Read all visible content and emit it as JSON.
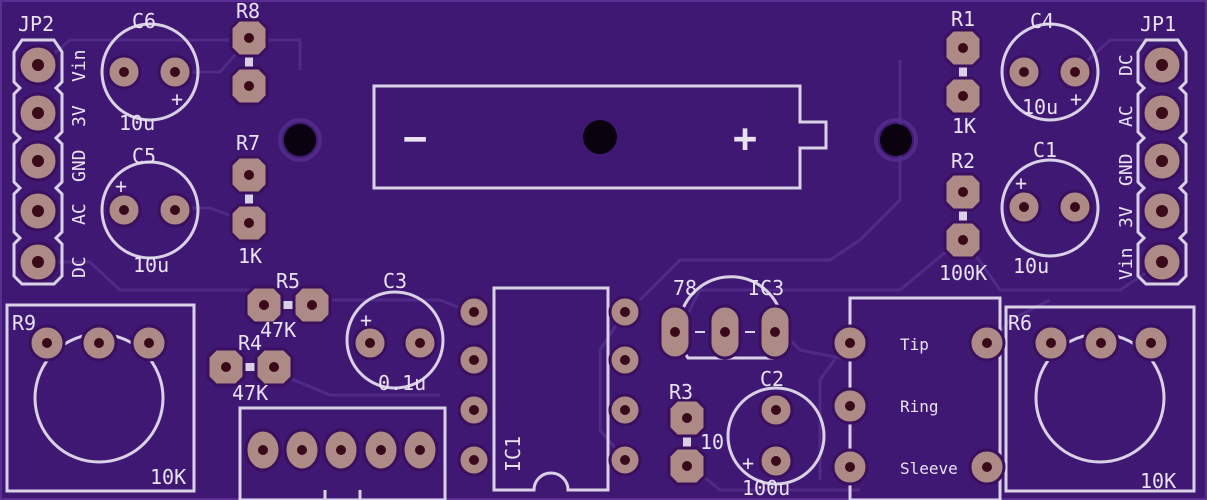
{
  "board": {
    "connector_jp2": {
      "name": "JP2",
      "pins": [
        "Vin",
        "3V",
        "GND",
        "AC",
        "DC"
      ]
    },
    "connector_jp1": {
      "name": "JP1",
      "pins": [
        "DC",
        "AC",
        "GND",
        "3V",
        "Vin"
      ]
    },
    "caps": {
      "c6": {
        "name": "C6",
        "value": "10u"
      },
      "c5": {
        "name": "C5",
        "value": "10u"
      },
      "c4": {
        "name": "C4",
        "value": "10u"
      },
      "c1": {
        "name": "C1",
        "value": "10u"
      },
      "c3": {
        "name": "C3",
        "value": "0.1u"
      },
      "c2": {
        "name": "C2",
        "value": "100u"
      }
    },
    "resistors": {
      "r8": {
        "name": "R8"
      },
      "r7": {
        "name": "R7",
        "value": "1K"
      },
      "r1": {
        "name": "R1",
        "value": "1K"
      },
      "r2": {
        "name": "R2",
        "value": "100K"
      },
      "r5": {
        "name": "R5",
        "value": "47K"
      },
      "r4": {
        "name": "R4",
        "value": "47K"
      },
      "r3": {
        "name": "R3",
        "value": "10"
      }
    },
    "pots": {
      "r9": {
        "name": "R9",
        "value": "10K"
      },
      "r6": {
        "name": "R6",
        "value": "10K"
      }
    },
    "ics": {
      "ic1": {
        "name": "IC1"
      },
      "ic3": {
        "name": "IC3",
        "part": "78"
      }
    },
    "battery": {
      "minus": "−",
      "plus": "+"
    },
    "jack": {
      "tip": "Tip",
      "ring": "Ring",
      "sleeve": "Sleeve"
    },
    "polarity_mark": "+"
  }
}
